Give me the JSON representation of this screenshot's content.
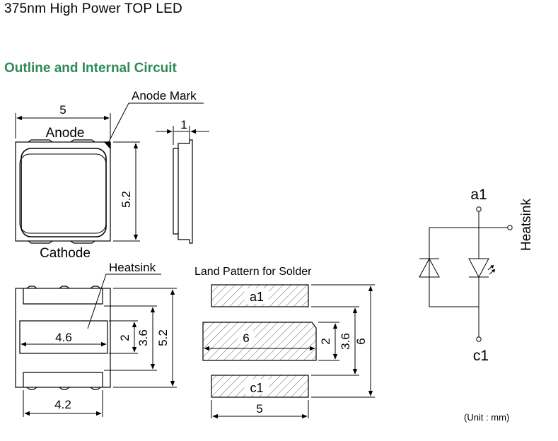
{
  "header": {
    "title": "375nm High Power TOP LED",
    "section": "Outline and Internal Circuit",
    "section_color": "#2e8b57"
  },
  "outline": {
    "anode_mark": "Anode Mark",
    "anode": "Anode",
    "cathode": "Cathode",
    "dim_width": "5",
    "dim_height": "5.2",
    "dim_side": "1"
  },
  "bottom": {
    "heatsink": "Heatsink",
    "dim_pad_width": "4.6",
    "dim_pad_height": "2",
    "dim_inner": "3.6",
    "dim_total": "5.2",
    "dim_lead_width": "4.2"
  },
  "land": {
    "title": "Land Pattern for Solder",
    "a1": "a1",
    "c1": "c1",
    "dim_center": "6",
    "dim_pad": "2",
    "dim_inner": "3.6",
    "dim_total": "6",
    "dim_width": "5"
  },
  "circuit": {
    "a1": "a1",
    "c1": "c1",
    "heatsink": "Heatsink"
  },
  "footer": {
    "unit": "(Unit : mm)"
  }
}
